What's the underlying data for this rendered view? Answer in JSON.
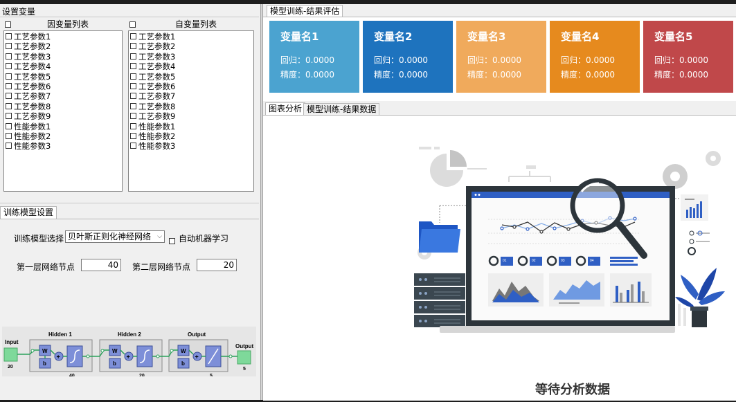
{
  "left": {
    "section_title": "设置变量",
    "dependent_list": {
      "header": "因变量列表",
      "items": [
        "工艺参数1",
        "工艺参数2",
        "工艺参数3",
        "工艺参数4",
        "工艺参数5",
        "工艺参数6",
        "工艺参数7",
        "工艺参数8",
        "工艺参数9",
        "性能参数1",
        "性能参数2",
        "性能参数3"
      ]
    },
    "independent_list": {
      "header": "自变量列表",
      "items": [
        "工艺参数1",
        "工艺参数2",
        "工艺参数3",
        "工艺参数4",
        "工艺参数5",
        "工艺参数6",
        "工艺参数7",
        "工艺参数8",
        "工艺参数9",
        "性能参数1",
        "性能参数2",
        "性能参数3"
      ]
    },
    "model_tab": "训练模型设置",
    "model_select_label": "训练模型选择",
    "model_select_value": "贝叶斯正则化神经网络",
    "automl_label": "自动机器学习",
    "layer1_label": "第一层网络节点",
    "layer1_value": "40",
    "layer2_label": "第二层网络节点",
    "layer2_value": "20",
    "network": {
      "input_label": "Input",
      "input_size": "20",
      "hidden1_label": "Hidden 1",
      "hidden1_size": "40",
      "hidden2_label": "Hidden 2",
      "hidden2_size": "20",
      "output_layer_label": "Output",
      "output_layer_size": "5",
      "output_label": "Output",
      "output_size": "5",
      "w": "W",
      "b": "b",
      "plus": "+"
    }
  },
  "right": {
    "eval_tab": "模型训练-结果评估",
    "cards": [
      {
        "title": "变量名1",
        "regression": "回归：0.0000",
        "precision": "精度：0.0000",
        "color": "#4ba3d0"
      },
      {
        "title": "变量名2",
        "regression": "回归：0.0000",
        "precision": "精度：0.0000",
        "color": "#1e73be"
      },
      {
        "title": "变量名3",
        "regression": "回归：0.0000",
        "precision": "精度：0.0000",
        "color": "#f0aa5c"
      },
      {
        "title": "变量名4",
        "regression": "回归：0.0000",
        "precision": "精度：0.0000",
        "color": "#e68a1e"
      },
      {
        "title": "变量名5",
        "regression": "回归：0.0000",
        "precision": "精度：0.0000",
        "color": "#c0484a"
      }
    ],
    "tabs": [
      "图表分析",
      "模型训练-结果数据"
    ],
    "waiting_text": "等待分析数据",
    "illustration_legend": [
      "01",
      "02",
      "03",
      "04"
    ]
  }
}
